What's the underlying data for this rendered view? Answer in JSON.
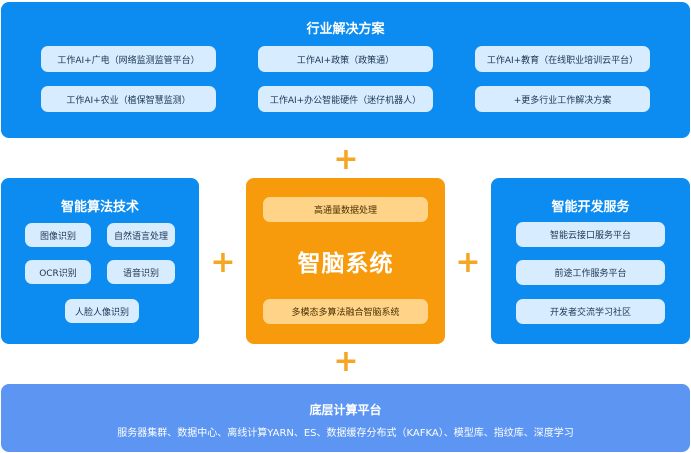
{
  "top": {
    "title": "行业解决方案",
    "items": [
      "工作AI+广电（网络监测监管平台）",
      "工作AI+政策（政策通）",
      "工作AI+教育（在线职业培训云平台）",
      "工作AI+农业（植保智慧监测）",
      "工作AI+办公智能硬件（迷仔机器人）",
      "+更多行业工作解决方案"
    ]
  },
  "left": {
    "title": "智能算法技术",
    "items": [
      "图像识别",
      "自然语言处理",
      "OCR识别",
      "语音识别",
      "人脸人像识别"
    ]
  },
  "center": {
    "title": "智脑系统",
    "top_item": "高通量数据处理",
    "bottom_item": "多模态多算法融合智脑系统"
  },
  "right": {
    "title": "智能开发服务",
    "items": [
      "智能云接口服务平台",
      "前途工作服务平台",
      "开发者交流学习社区"
    ]
  },
  "bottom": {
    "title": "底层计算平台",
    "subtitle": "服务器集群、数据中心、离线计算YARN、ES、数据缓存分布式（KAFKA）、模型库、指纹库、深度学习"
  },
  "plus_symbol": "+"
}
